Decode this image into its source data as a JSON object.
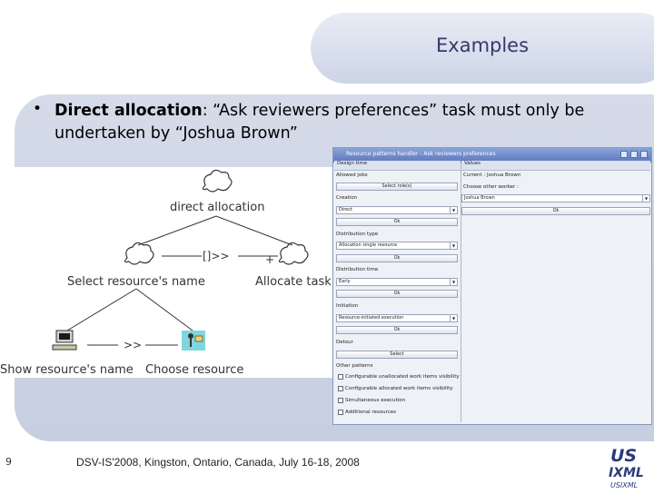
{
  "slide": {
    "title": "Examples",
    "bullet_symbol": "•",
    "bullet_bold": "Direct allocation",
    "bullet_rest": ": “Ask reviewers preferences” task must only be undertaken by “Joshua Brown”",
    "page_number": "9",
    "footer": "DSV-IS'2008, Kingston, Ontario, Canada, July 16-18, 2008"
  },
  "diagram": {
    "root_label": "direct allocation",
    "operator_top": "[]>>",
    "operator_plus": "+",
    "left_label": "Select resource's name",
    "right_label": "Allocate task",
    "operator_bottom": ">>",
    "bottom_left_label": "Show resource's name",
    "bottom_right_label": "Choose resource"
  },
  "window": {
    "title": "Resource patterns handler - Ask reviewers preferences",
    "col_design_time": "Design time",
    "col_values": "Values",
    "allowed_jobs_label": "Allowed jobs",
    "select_roles_button": "Select role(s)",
    "creation_label": "Creation",
    "creation_value": "Direct",
    "ok_label": "Ok",
    "distribution_type_label": "Distribution type",
    "distribution_type_value": "Allocation single resource",
    "distribution_time_label": "Distribution time",
    "distribution_time_value": "Early",
    "initiation_label": "Initiation",
    "initiation_value": "Resource-initiated execution",
    "detour_label": "Detour",
    "select_button": "Select",
    "other_patterns_label": "Other patterns",
    "checkboxes": [
      "Configurable unallocated work items visibility",
      "Configurable allocated work items visibility",
      "Simultaneous execution",
      "Additional resources"
    ],
    "current_label": "Current : Joshua Brown",
    "choose_worker_label": "Choose other worker :",
    "worker_value": "Joshua Brown"
  },
  "logo": {
    "top": "US",
    "middle": "IXML",
    "bottom": "USIXML"
  },
  "colors": {
    "title_text": "#333a66",
    "panel": "#c8d0e3",
    "window_title": "#5b77c0"
  }
}
